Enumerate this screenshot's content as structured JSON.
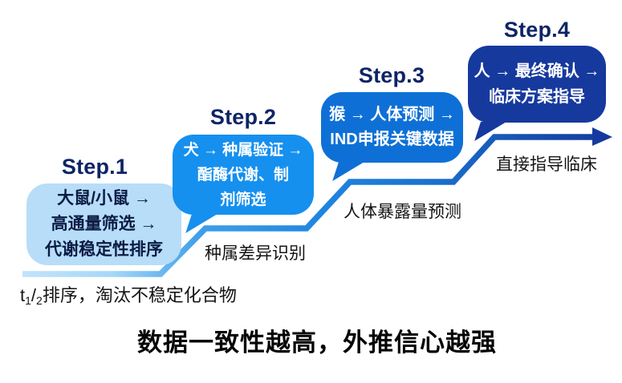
{
  "steps": [
    {
      "heading": "Step.1",
      "l1": "大鼠/小鼠 →",
      "l2": "高通量筛选 →",
      "l3": "代谢稳定性排序"
    },
    {
      "heading": "Step.2",
      "l1": "犬 → 种属验证 →",
      "l2": "酯酶代谢、制",
      "l3": "剂筛选"
    },
    {
      "heading": "Step.3",
      "l1": "猴 → 人体预测 →",
      "l2": "IND申报关键数据"
    },
    {
      "heading": "Step.4",
      "l1": "人 → 最终确认 →",
      "l2": "临床方案指导"
    }
  ],
  "captions": {
    "step1": {
      "t": "t",
      "sub1": "1",
      "slash": "/",
      "sub2": "2",
      "rest": "排序，淘汰不稳定化合物"
    },
    "step2": "种属差异识别",
    "step3": "人体暴露量预测",
    "step4": "直接指导临床"
  },
  "headline": "数据一致性越高，外推信心越强",
  "colors": {
    "step1_box": "#b7ddf8",
    "step2_bubble": "#1590ef",
    "step3_bubble": "#0e70d6",
    "step4_bubble": "#16399e",
    "heading_text": "#0d2566",
    "step1_text": "#0b1b45",
    "bubble_text": "#ffffff",
    "arrow_start": "#c2e3fa",
    "arrow_mid": "#1f86e0",
    "arrow_end": "#15399e"
  }
}
